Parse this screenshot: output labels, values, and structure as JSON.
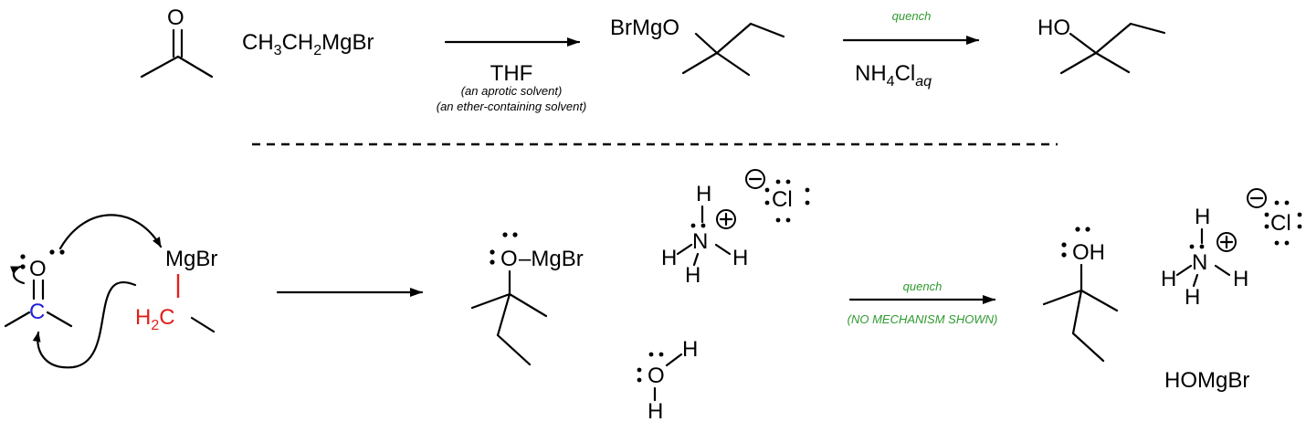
{
  "top_row": {
    "grignard": "CH3CH2MgBr",
    "step1_reagent": "THF",
    "step1_note1": "(an aprotic solvent)",
    "step1_note2": "(an ether-containing solvent)",
    "alkoxide_label": "BrMgO",
    "quench_label": "quench",
    "step2_reagent": "NH4Claq",
    "alcohol_label": "HO",
    "ketone_o": "O"
  },
  "bottom_row": {
    "carbonyl_o": "O",
    "carbonyl_c": "C",
    "mgbr": "MgBr",
    "h2c": "H2C",
    "alkoxide_o": "O",
    "alkoxide_mgbr": "–MgBr",
    "ammonium_n": "N",
    "h": "H",
    "cl": "Cl",
    "water_o": "O",
    "quench_label": "quench",
    "no_mechanism": "(NO MECHANISM SHOWN)",
    "product_oh": "OH",
    "byproduct": "HOMgBr"
  },
  "colors": {
    "carbon_highlight": "#1f1fd6",
    "ethyl_highlight": "#e0201c",
    "annotation": "#2e9a2e"
  }
}
